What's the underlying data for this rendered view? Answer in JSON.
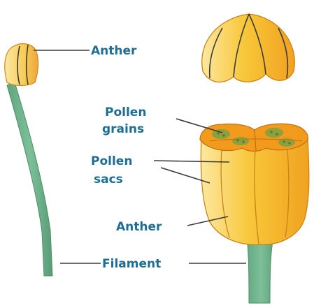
{
  "labels": {
    "anther_top": "Anther",
    "pollen_grains_line1": "Pollen",
    "pollen_grains_line2": "grains",
    "pollen_sacs_line1": "Pollen",
    "pollen_sacs_line2": "sacs",
    "anther_bottom": "Anther",
    "filament": "Filament"
  },
  "colors": {
    "label_text": "#1e6e93",
    "anther_yellow": "#f8c93a",
    "anther_orange": "#f09a19",
    "anther_pale": "#fce9a3",
    "filament_green": "#6eb28c",
    "pollen_green": "#7e9a3f"
  }
}
